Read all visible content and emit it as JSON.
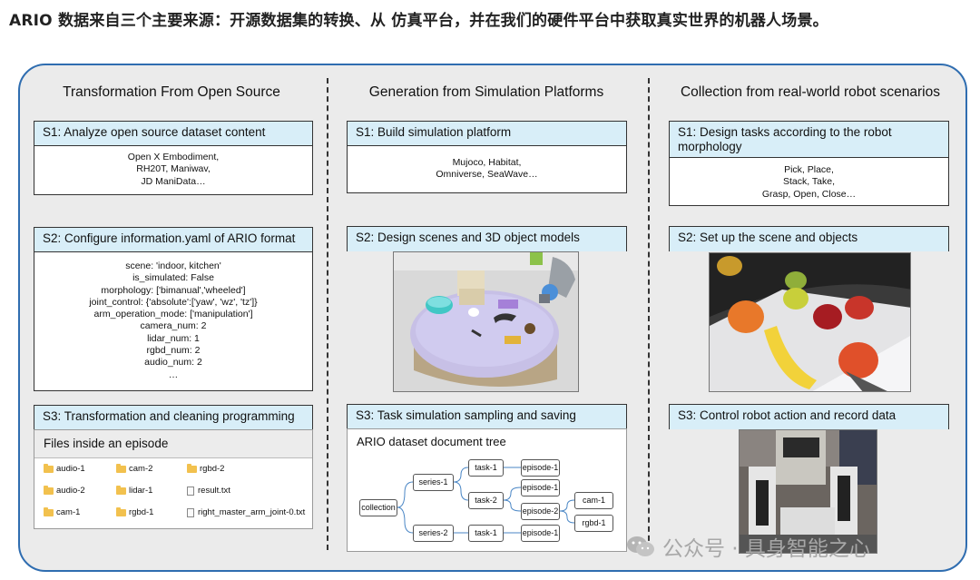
{
  "page_title": "ARIO 数据来自三个主要来源：开源数据集的转换、从 仿真平台，并在我们的硬件平台中获取真实世界的机器人场景。",
  "columns": [
    {
      "title": "Transformation From Open Source",
      "steps": [
        {
          "label": "S1: Analyze open source dataset content",
          "lines": [
            "Open X Embodiment,",
            "RH20T, Maniwav,",
            "JD ManiData…"
          ]
        },
        {
          "label": "S2: Configure information.yaml of ARIO format",
          "lines": [
            "scene: 'indoor, kitchen'",
            "is_simulated: False",
            "morphology: ['bimanual','wheeled']",
            "joint_control: {'absolute':['yaw', 'wz', 'tz']}",
            "arm_operation_mode: ['manipulation']",
            "camera_num: 2",
            "lidar_num: 1",
            "rgbd_num: 2",
            "audio_num: 2",
            "…"
          ]
        },
        {
          "label": "S3: Transformation and cleaning programming"
        }
      ],
      "files_panel": {
        "title": "Files inside an episode",
        "items": [
          "audio-1",
          "cam-2",
          "rgbd-2",
          "audio-2",
          "lidar-1",
          "result.txt",
          "cam-1",
          "rgbd-1",
          "right_master_arm_joint-0.txt"
        ]
      }
    },
    {
      "title": "Generation from Simulation Platforms",
      "steps": [
        {
          "label": "S1: Build simulation platform",
          "lines": [
            "Mujoco, Habitat,",
            "Omniverse, SeaWave…"
          ]
        },
        {
          "label": "S2: Design scenes and 3D object models"
        },
        {
          "label": "S3: Task simulation sampling and saving"
        }
      ],
      "tree": {
        "title": "ARIO dataset document tree",
        "nodes": [
          "collection",
          "series-1",
          "series-2",
          "task-1",
          "task-2",
          "task-1",
          "episode-1",
          "episode-1",
          "episode-2",
          "episode-1",
          "cam-1",
          "rgbd-1"
        ]
      }
    },
    {
      "title": "Collection from real-world robot scenarios",
      "steps": [
        {
          "label": "S1: Design tasks according to the robot morphology",
          "lines": [
            "Pick, Place,",
            "Stack, Take,",
            "Grasp, Open, Close…"
          ]
        },
        {
          "label": "S2: Set up the scene and objects"
        },
        {
          "label": "S3: Control robot action and record data"
        }
      ]
    }
  ],
  "watermark": "公众号 · 具身智能之心",
  "colors": {
    "frame": "#2f6db0",
    "step_header": "#d8eef8",
    "background": "#ebebeb",
    "folder": "#f2c14e"
  },
  "icons": [
    "folder-icon",
    "document-icon",
    "wechat-icon"
  ]
}
